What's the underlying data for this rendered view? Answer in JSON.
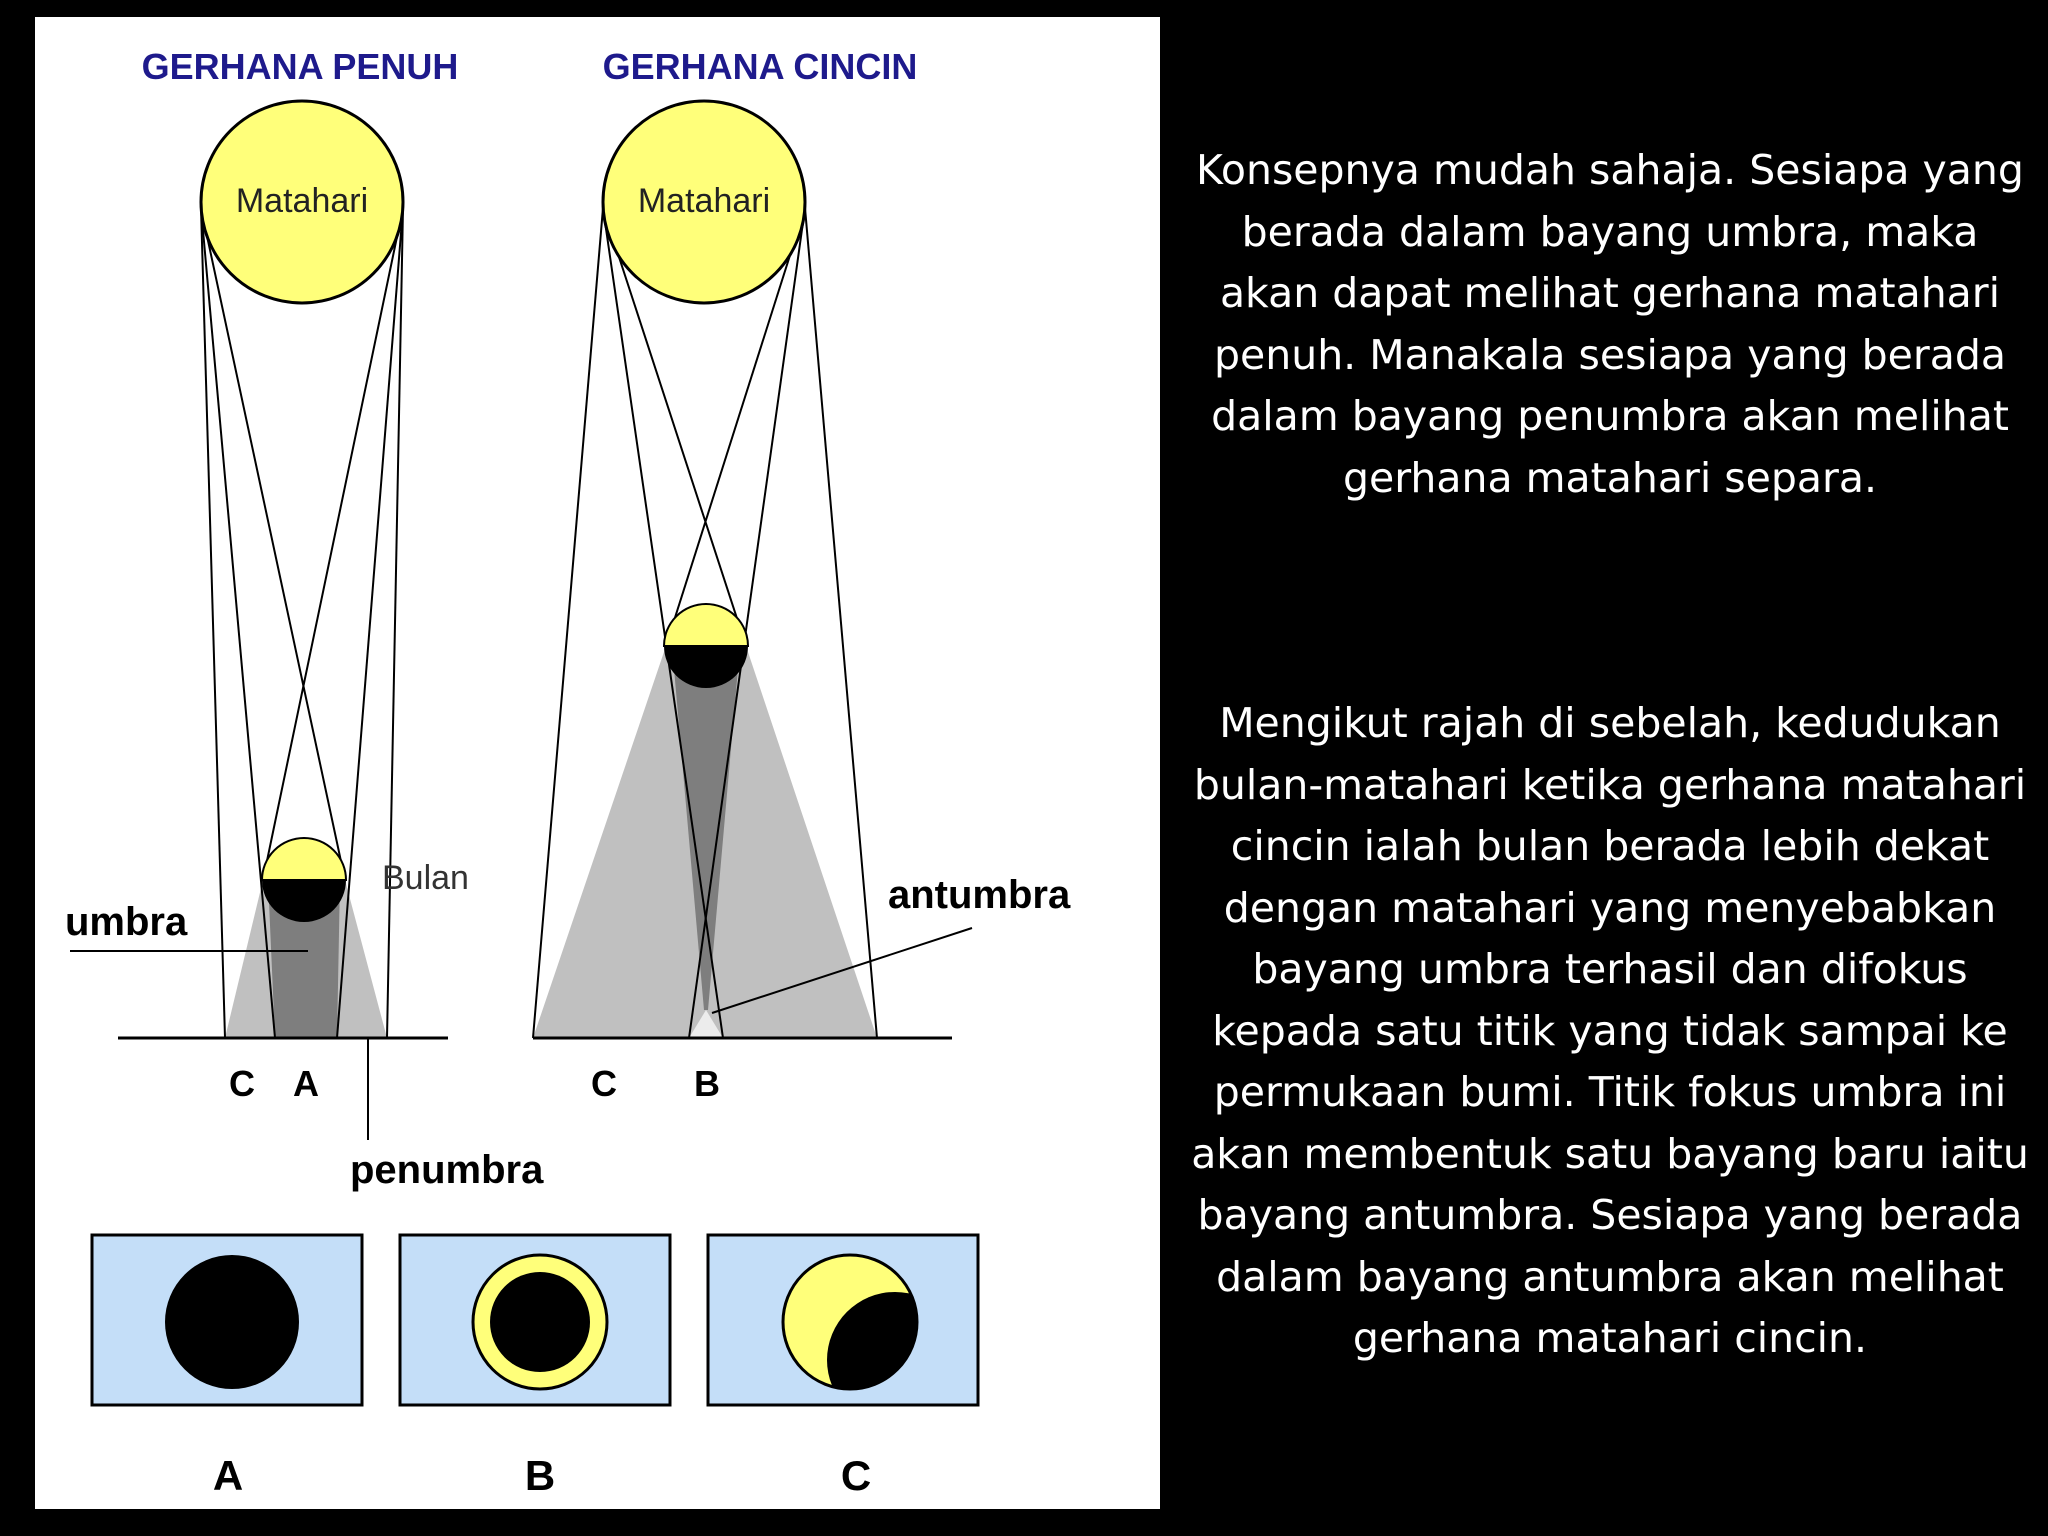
{
  "diagram": {
    "heading_left": "GERHANA PENUH",
    "heading_right": "GERHANA CINCIN",
    "sun_label_left": "Matahari",
    "sun_label_right": "Matahari",
    "moon_label": "Bulan",
    "label_umbra": "umbra",
    "label_penumbra": "penumbra",
    "label_antumbra": "antumbra",
    "point_c_left": "C",
    "point_a": "A",
    "point_c_right": "C",
    "point_b": "B",
    "inset_a_caption": "A",
    "inset_b_caption": "B",
    "inset_c_caption": "C",
    "colors": {
      "heading": "#1e1a8c",
      "sun": "#ffff7a",
      "penumbra": "#c0c0c0",
      "umbra": "#7e7e7e",
      "antumbra": "#ececec",
      "inset_bg": "#c4def8"
    }
  },
  "text": {
    "para1": "Konsepnya mudah sahaja. Sesiapa yang berada dalam bayang umbra, maka akan dapat melihat gerhana matahari penuh. Manakala sesiapa yang berada dalam bayang penumbra akan melihat gerhana matahari separa.",
    "para2": "Mengikut rajah di sebelah, kedudukan bulan-matahari ketika gerhana matahari cincin ialah bulan berada lebih dekat dengan matahari yang menyebabkan bayang umbra  terhasil dan difokus kepada satu titik yang tidak sampai ke permukaan bumi. Titik fokus umbra ini akan membentuk satu bayang baru iaitu bayang antumbra. Sesiapa yang berada dalam bayang antumbra akan melihat gerhana matahari cincin."
  }
}
